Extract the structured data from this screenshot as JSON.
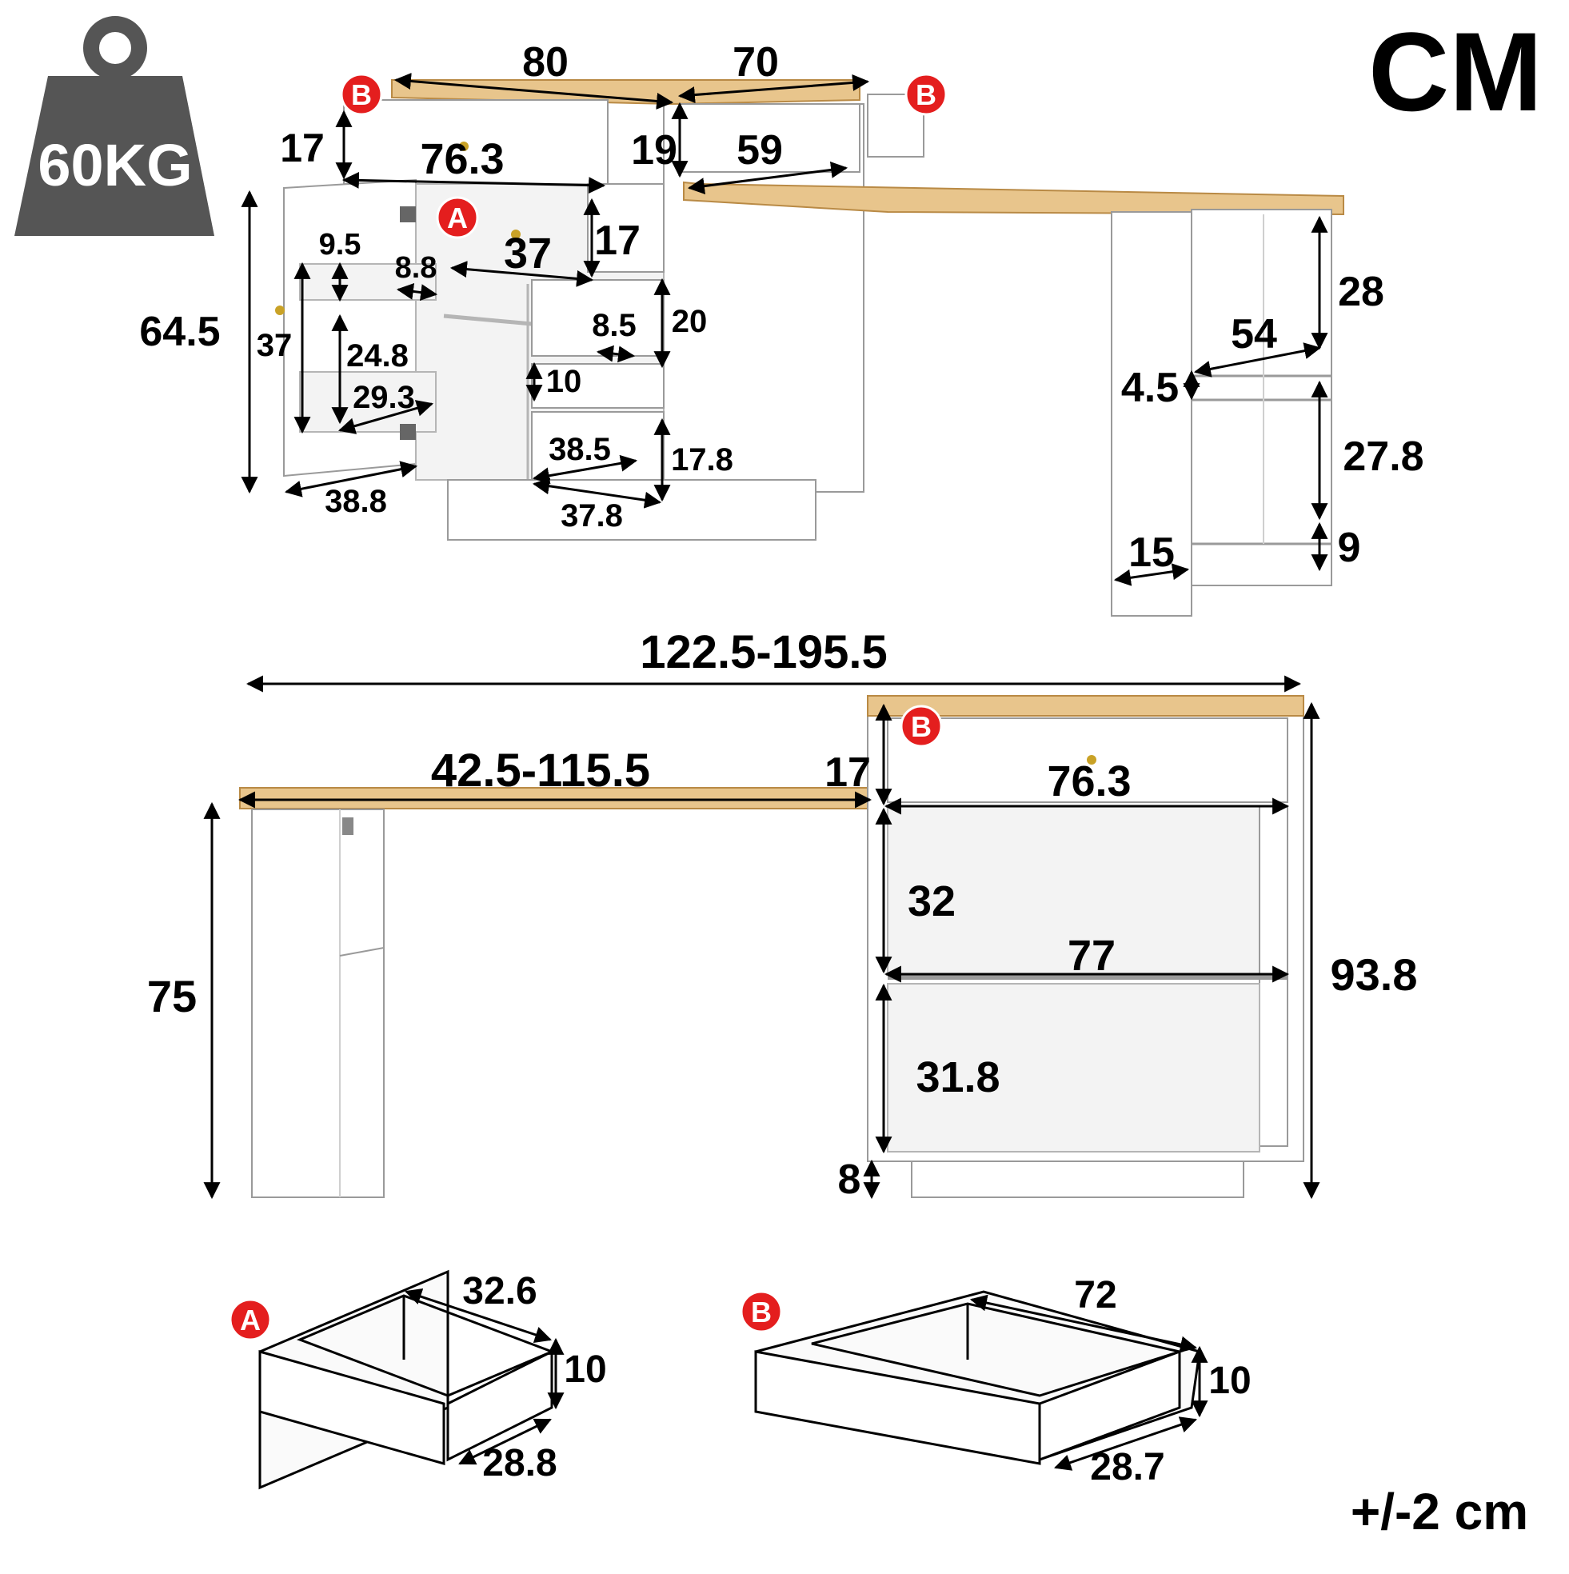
{
  "unit_label": "CM",
  "tolerance_label": "+/-2 cm",
  "weight_label": "60KG",
  "badge_a": "A",
  "badge_b": "B",
  "top_view": {
    "top_width_left": "80",
    "top_width_right": "70",
    "drawer_height": "17",
    "drawer_width": "76.3",
    "right_drawer_height": "19",
    "right_drawer_width": "59",
    "overall_height": "64.5",
    "door_height": "37",
    "shelf_gap_upper": "9.5",
    "shelf_depth_upper": "8.8",
    "shelf_height_lower": "24.8",
    "shelf_width_lower": "29.3",
    "door_width": "38.8",
    "inner_drawer_width": "37",
    "inner_drawer_height": "17",
    "compartment_depth": "8.5",
    "compartment_height": "20",
    "divider_height": "10",
    "bottom_compartment_width": "38.5",
    "bottom_compartment_height": "17.8",
    "base_width": "37.8",
    "side_shelf_upper_height": "28",
    "side_shelf_depth": "54",
    "side_shelf_thickness": "4.5",
    "side_shelf_lower_height": "27.8",
    "side_leg_width": "15",
    "side_base_height": "9"
  },
  "front_view": {
    "overall_width": "122.5-195.5",
    "desk_width": "42.5-115.5",
    "drawer_height": "17",
    "drawer_width": "76.3",
    "upper_shelf_height": "32",
    "shelf_width": "77",
    "lower_shelf_height": "31.8",
    "desk_height": "75",
    "overall_height": "93.8",
    "base_height": "8"
  },
  "drawer_a": {
    "width": "32.6",
    "height": "10",
    "depth": "28.8"
  },
  "drawer_b": {
    "width": "72",
    "height": "10",
    "depth": "28.7"
  }
}
